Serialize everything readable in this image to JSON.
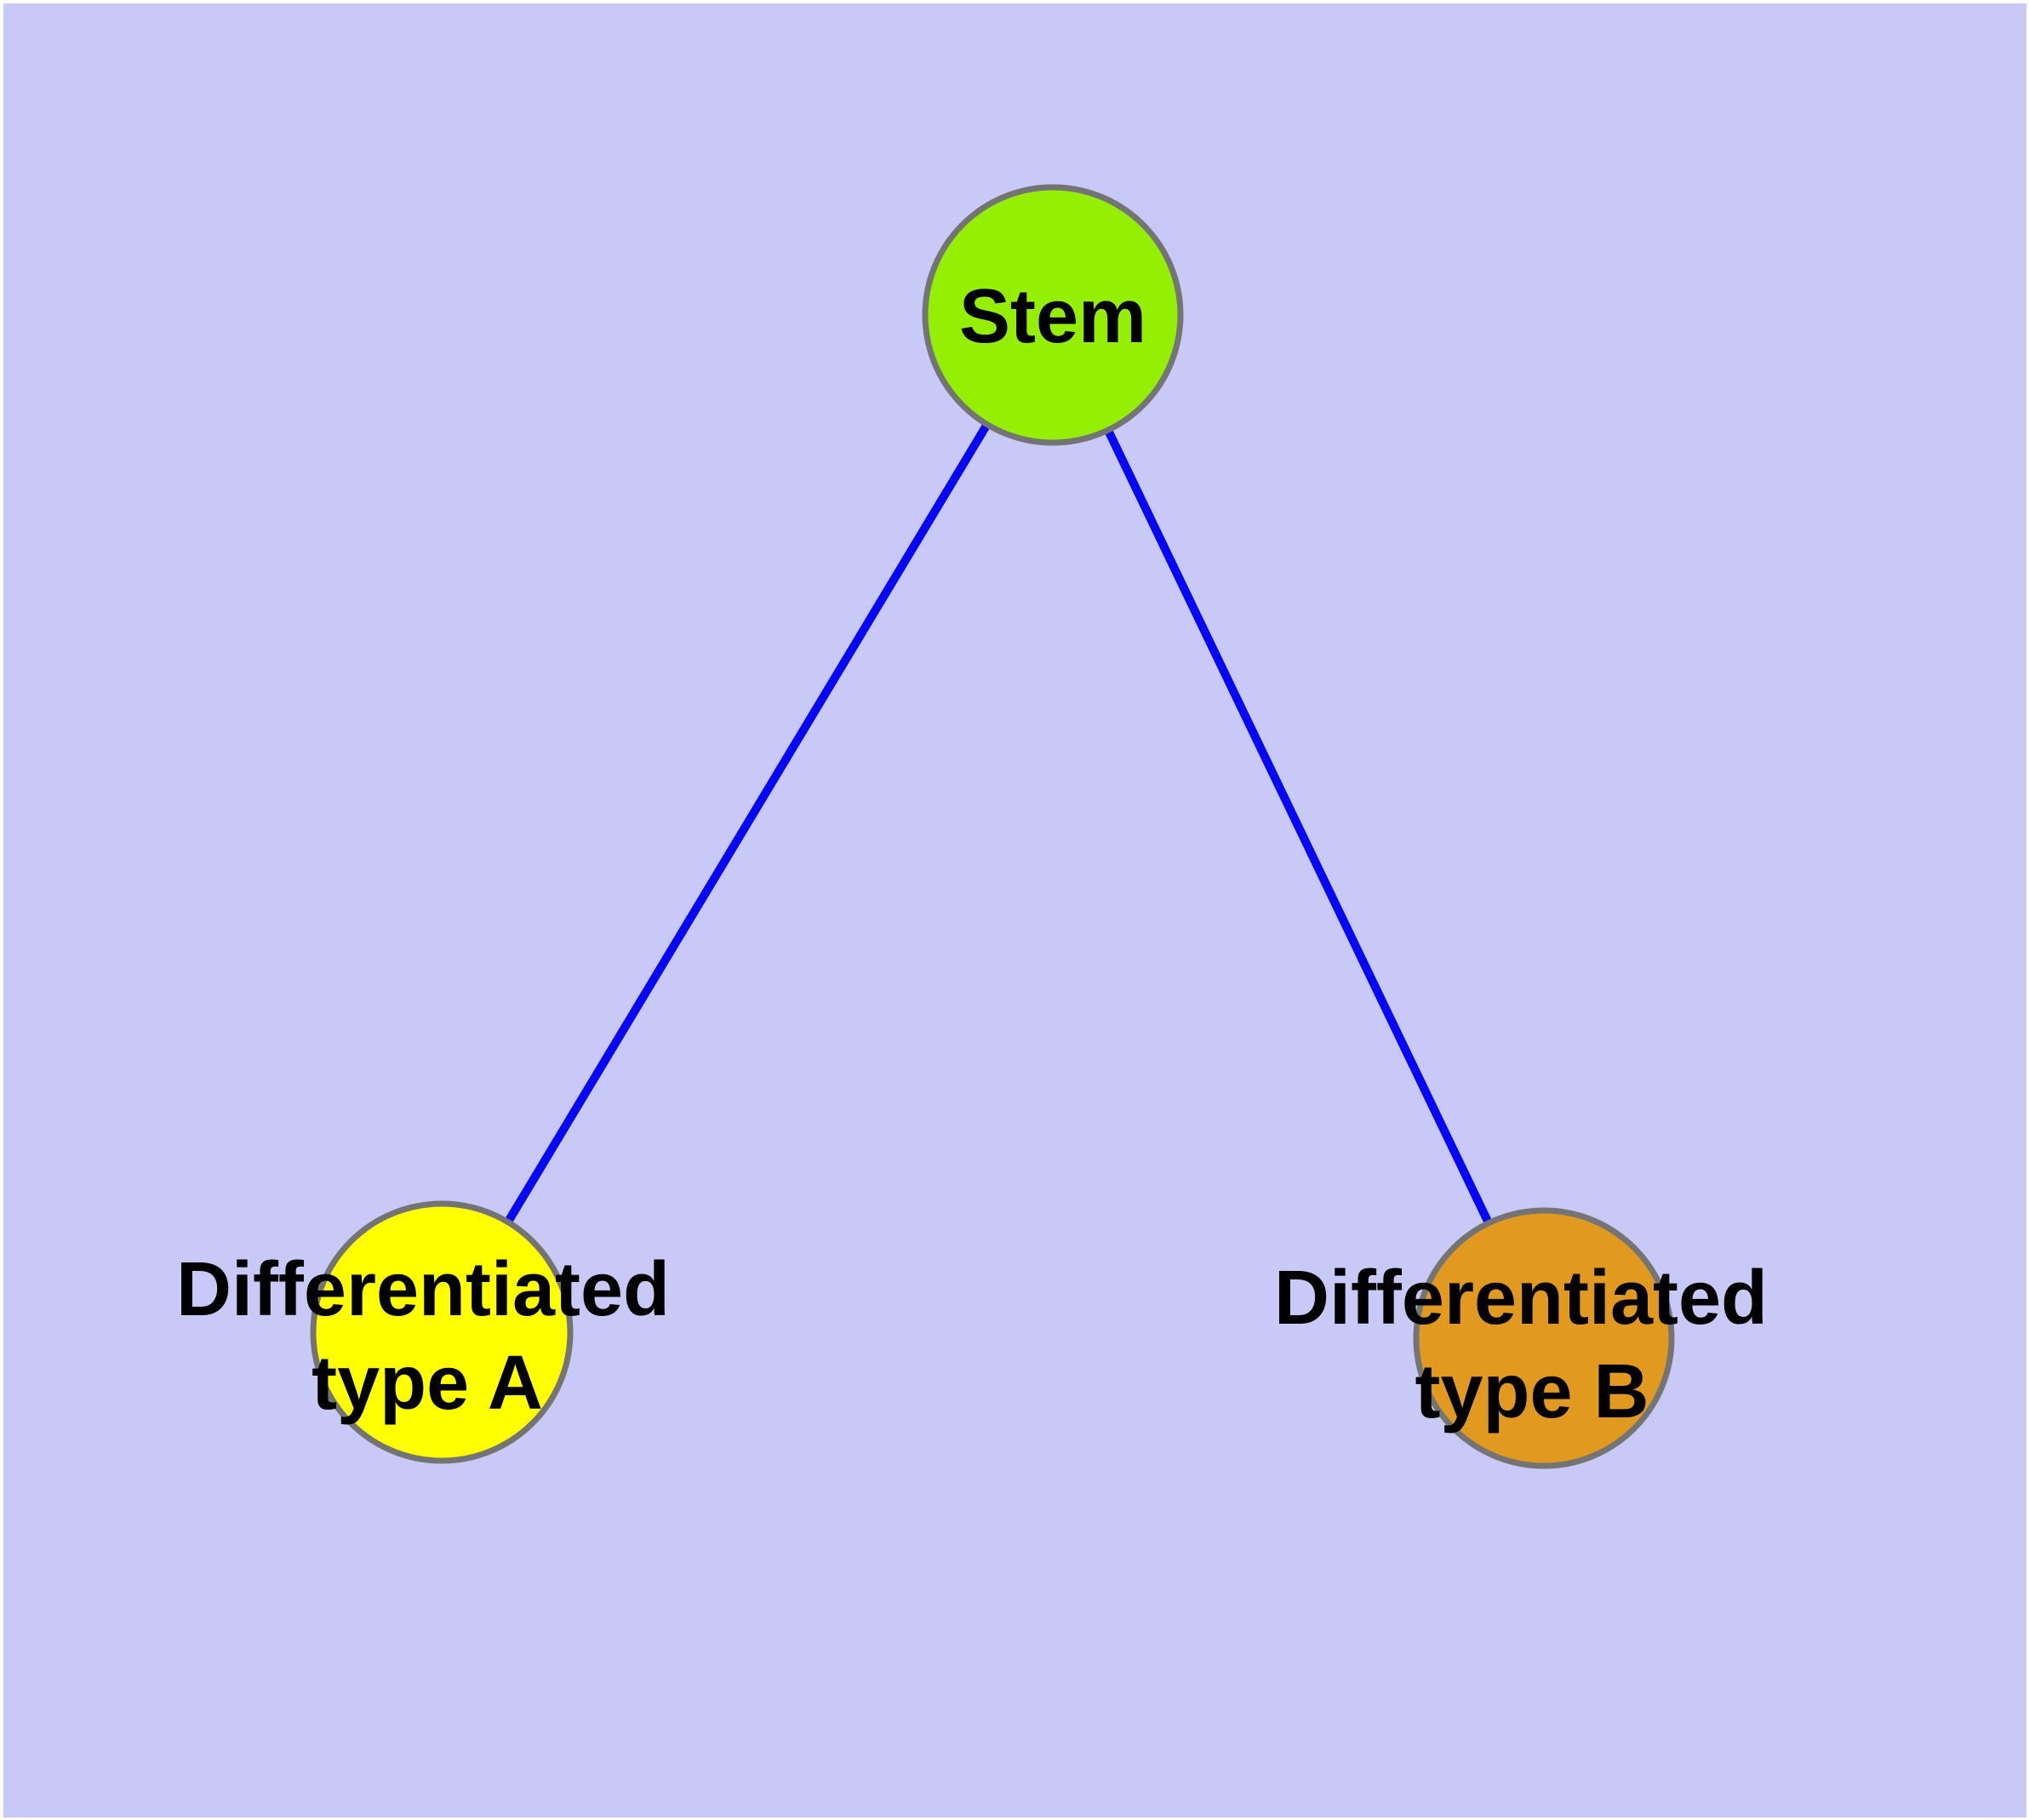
{
  "diagram": {
    "background_color": "#c9c9f8",
    "margin_color": "#ffffff",
    "edge_color": "#0707f8",
    "node_border_color": "#747474",
    "label_color": "#000000",
    "nodes": {
      "stem": {
        "label": "Stem",
        "color": "#94ef02"
      },
      "type_a": {
        "label_line1": "Differentiated",
        "label_line2": "type A",
        "label_full": "Differentiated type A",
        "color": "#ffff00"
      },
      "type_b": {
        "label_line1": "Differentiated",
        "label_line2": "type B",
        "label_full": "Differentiated type B",
        "color": "#e2991f"
      }
    },
    "edges": [
      {
        "from": "Stem",
        "to": "Differentiated type A"
      },
      {
        "from": "Stem",
        "to": "Differentiated type B"
      }
    ]
  }
}
